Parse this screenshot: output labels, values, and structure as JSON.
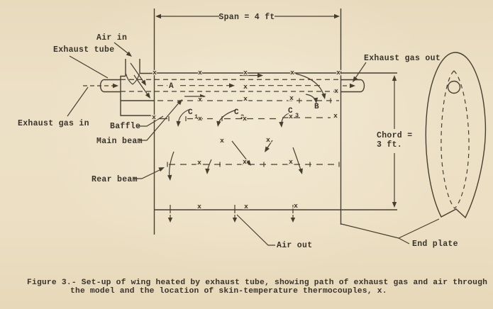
{
  "figure": {
    "caption_line1": "Figure 3.- Set-up of wing heated by exhaust tube, showing path of exhaust gas and air through",
    "caption_line2": "the model and the location of skin-temperature thermocouples, x."
  },
  "diagram": {
    "dimensions": {
      "span": "Span = 4 ft",
      "chord_line1": "Chord =",
      "chord_line2": "3 ft."
    },
    "labels": {
      "air_in": "Air in",
      "exhaust_tube": "Exhaust tube",
      "exhaust_gas_in": "Exhaust gas in",
      "exhaust_gas_out": "Exhaust gas out",
      "baffle": "Baffle",
      "main_beam": "Main beam",
      "rear_beam": "Rear beam",
      "air_out": "Air out",
      "end_plate": "End plate"
    },
    "stations": {
      "a": "A",
      "b": "B",
      "c": "C",
      "c1_sub": "1",
      "c2_sub": "2",
      "c3_sub": "3"
    },
    "mark": "x",
    "colors": {
      "paper": "#ecdfc4",
      "ink": "#463f30"
    }
  }
}
